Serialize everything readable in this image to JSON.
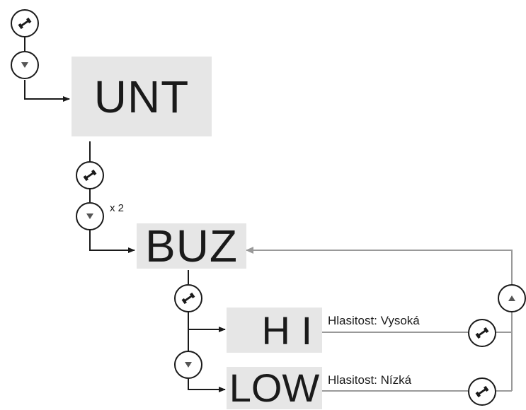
{
  "menu": {
    "unt": "UNT",
    "buz": "BUZ",
    "hi": "H I",
    "low": "LOW"
  },
  "labels": {
    "repeat": "x 2",
    "hi_desc": "Hlasitost: Vysoká",
    "low_desc": "Hlasitost:  Nízká"
  },
  "icons": {
    "wrench": "wrench-icon",
    "down": "down-arrow-icon",
    "up": "up-arrow-icon"
  },
  "colors": {
    "box_fill": "#e6e6e6",
    "line_dark": "#1a1a1a",
    "line_gray": "#999999"
  }
}
